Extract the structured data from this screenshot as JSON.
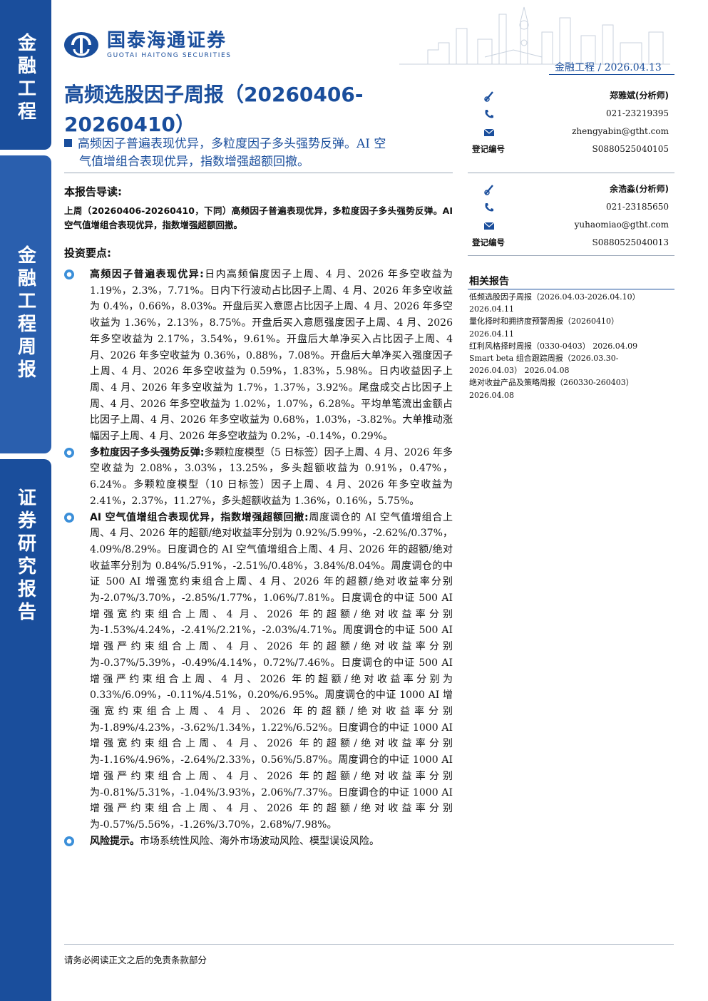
{
  "sidebar": {
    "block1": "金融工程",
    "block2": "金融工程周报",
    "block3": "证券研究报告"
  },
  "brand": {
    "name_cn": "国泰海通证券",
    "name_en": "GUOTAI HAITONG SECURITIES",
    "color": "#1a4e9c"
  },
  "header": {
    "category": "金融工程",
    "separator": "/",
    "date": "2026.04.13"
  },
  "title": {
    "line1": "高频选股因子周报（20260406-",
    "line2": "20260410）"
  },
  "subtitle": {
    "line1": "高频因子普遍表现优异，多粒度因子多头强势反弹。AI 空",
    "line2": "气值增组合表现优异，指数增强超额回撤。"
  },
  "guide": {
    "heading": "本报告导读:",
    "text": "上周（20260406-20260410，下同）高频因子普遍表现优异，多粒度因子多头强势反弹。AI空气值增组合表现优异，指数增强超额回撤。"
  },
  "points": {
    "heading": "投资要点:",
    "items": [
      {
        "lead": "高频因子普遍表现优异:",
        "text": "日内高频偏度因子上周、4 月、2026 年多空收益为 1.19%，2.3%，7.71%。日内下行波动占比因子上周、4 月、2026 年多空收益为 0.4%，0.66%，8.03%。开盘后买入意愿占比因子上周、4 月、2026 年多空收益为 1.36%，2.13%，8.75%。开盘后买入意愿强度因子上周、4 月、2026 年多空收益为 2.17%，3.54%，9.61%。开盘后大单净买入占比因子上周、4 月、2026 年多空收益为 0.36%，0.88%，7.08%。开盘后大单净买入强度因子上周、4 月、2026 年多空收益为 0.59%，1.83%，5.98%。日内收益因子上周、4 月、2026 年多空收益为 1.7%，1.37%，3.92%。尾盘成交占比因子上周、4 月、2026 年多空收益为 1.02%，1.07%，6.28%。平均单笔流出金额占比因子上周、4 月、2026 年多空收益为 0.68%，1.03%，-3.82%。大单推动涨幅因子上周、4 月、2026 年多空收益为 0.2%，-0.14%，0.29%。"
      },
      {
        "lead": "多粒度因子多头强势反弹:",
        "text": "多颗粒度模型（5 日标签）因子上周、4 月、2026 年多空收益为 2.08%，3.03%，13.25%，多头超额收益为 0.91%，0.47%，6.24%。多颗粒度模型（10 日标签）因子上周、4 月、2026 年多空收益为 2.41%，2.37%，11.27%，多头超额收益为 1.36%，0.16%，5.75%。"
      },
      {
        "lead": "AI 空气值增组合表现优异，指数增强超额回撤:",
        "text": "周度调仓的 AI 空气值增组合上周、4 月、2026 年的超额/绝对收益率分别为 0.92%/5.99%，-2.62%/0.37%，4.09%/8.29%。日度调仓的 AI 空气值增组合上周、4 月、2026 年的超额/绝对收益率分别为 0.84%/5.91%，-2.51%/0.48%，3.84%/8.04%。周度调仓的中证 500 AI 增强宽约束组合上周、4 月、2026 年的超额/绝对收益率分别为-2.07%/3.70%，-2.85%/1.77%，1.06%/7.81%。日度调仓的中证 500 AI 增强宽约束组合上周、4 月、2026 年的超额/绝对收益率分别为-1.53%/4.24%，-2.41%/2.21%，-2.03%/4.71%。周度调仓的中证 500 AI 增强严约束组合上周、4 月、2026 年的超额/绝对收益率分别为-0.37%/5.39%，-0.49%/4.14%，0.72%/7.46%。日度调仓的中证 500 AI 增强严约束组合上周、4 月、2026 年的超额/绝对收益率分别为 0.33%/6.09%，-0.11%/4.51%，0.20%/6.95%。周度调仓的中证 1000 AI 增强宽约束组合上周、4 月、2026 年的超额/绝对收益率分别为-1.89%/4.23%，-3.62%/1.34%，1.22%/6.52%。日度调仓的中证 1000 AI 增强宽约束组合上周、4 月、2026 年的超额/绝对收益率分别为-1.16%/4.96%，-2.64%/2.33%，0.56%/5.87%。周度调仓的中证 1000 AI 增强严约束组合上周、4 月、2026 年的超额/绝对收益率分别为-0.81%/5.31%，-1.04%/3.93%，2.06%/7.37%。日度调仓的中证 1000 AI 增强严约束组合上周、4 月、2026 年的超额/绝对收益率分别为-0.57%/5.56%，-1.26%/3.70%，2.68%/7.98%。"
      },
      {
        "lead": "风险提示。",
        "text": "市场系统性风险、海外市场波动风险、模型误设风险。"
      }
    ]
  },
  "analysts": [
    {
      "name": "郑雅斌(分析师)",
      "phone": "021-23219395",
      "email": "zhengyabin@gtht.com",
      "reg_label": "登记编号",
      "reg_no": "S0880525040105"
    },
    {
      "name": "余浩淼(分析师)",
      "phone": "021-23185650",
      "email": "yuhaomiao@gtht.com",
      "reg_label": "登记编号",
      "reg_no": "S0880525040013"
    }
  ],
  "related": {
    "heading": "相关报告",
    "items": [
      "低频选股因子周报（2026.04.03-2026.04.10）",
      "2026.04.11",
      "量化择时和拥挤度预警周报（20260410）",
      "2026.04.11",
      "红利风格择时周报（0330-0403）  2026.04.09",
      "Smart beta 组合跟踪周报（2026.03.30-",
      "2026.04.03）  2026.04.08",
      "绝对收益产品及策略周报（260330-260403）",
      "2026.04.08"
    ]
  },
  "footer": {
    "disclaimer": "请务必阅读正文之后的免责条款部分"
  },
  "icons": [
    "pen-icon",
    "phone-icon",
    "email-icon",
    "bullet-circle-icon",
    "brand-logo-icon"
  ]
}
